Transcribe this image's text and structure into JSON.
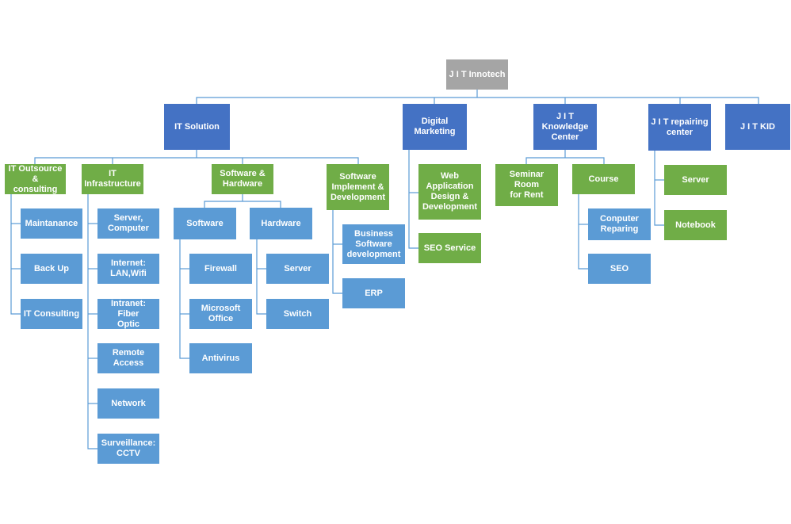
{
  "colors": {
    "root": "#a5a5a5",
    "level1": "#4472c4",
    "green": "#70ad47",
    "light": "#5b9bd5",
    "connector": "#5b9bd5"
  },
  "root": "J I T Innotech",
  "level1": {
    "it_solution": "IT Solution",
    "digital_marketing": "Digital\nMarketing",
    "knowledge_center": "J I T Knowledge\nCenter",
    "repairing_center": "J I T repairing\ncenter",
    "kid": "J I T KID"
  },
  "it_solution": {
    "outsource": {
      "label": "IT Outsource &\nconsulting",
      "items": [
        "Maintanance",
        "Back Up",
        "IT Consulting"
      ]
    },
    "infrastructure": {
      "label": "IT\nInfrastructure",
      "items": [
        "Server,\nComputer",
        "Internet:\nLAN,Wifi",
        "Intranet:  Fiber\nOptic",
        "Remote Access",
        "Network",
        "Surveillance:\nCCTV"
      ]
    },
    "software_hardware": {
      "label": "Software &\nHardware",
      "software": {
        "label": "Software",
        "items": [
          "Firewall",
          "Microsoft\nOffice",
          "Antivirus"
        ]
      },
      "hardware": {
        "label": "Hardware",
        "items": [
          "Server",
          "Switch"
        ]
      }
    },
    "implement": {
      "label": "Software\nImplement &\nDevelopment",
      "items": [
        "Business\nSoftware\ndevelopment",
        "ERP"
      ]
    }
  },
  "digital_marketing": {
    "items": [
      "Web\nApplication\nDesign &\nDevelopment",
      "SEO Service"
    ]
  },
  "knowledge_center": {
    "seminar": "Seminar Room\nfor Rent",
    "course": {
      "label": "Course",
      "items": [
        "Conputer\nReparing",
        "SEO"
      ]
    }
  },
  "repairing_center": {
    "items": [
      "Server",
      "Notebook"
    ]
  }
}
